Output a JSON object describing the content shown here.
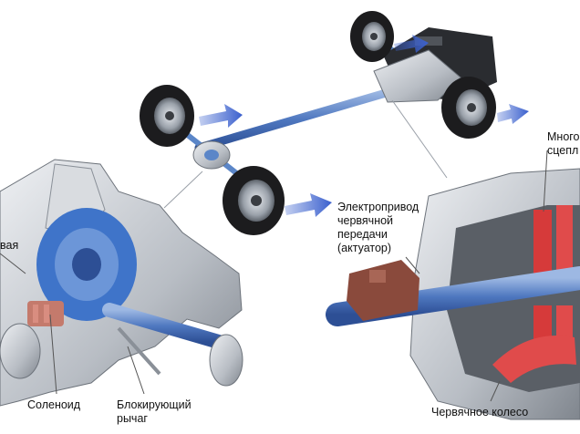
{
  "colors": {
    "arrow": "#3a5fcd",
    "shaft": "#5b86c8",
    "housing": "#c9ccd1",
    "housing_dark": "#7d838b",
    "tire": "#1c1c1e",
    "rim": "#b9bec6",
    "clutch_red": "#d63a3a",
    "actuator": "#8a4a3c",
    "blue_part": "#3f74c9"
  },
  "labels": {
    "left_partial": "вая",
    "solenoid": "Соленоид",
    "lock_lever": {
      "line1": "Блокирующий",
      "line2": "рычаг"
    },
    "actuator": {
      "line1": "Электропривод",
      "line2": "червячной",
      "line3": "передачи",
      "line4": "(актуатор)"
    },
    "multi_clutch": {
      "line1": "Много",
      "line2": "сцепл"
    },
    "worm_wheel": "Червячное колесо"
  }
}
